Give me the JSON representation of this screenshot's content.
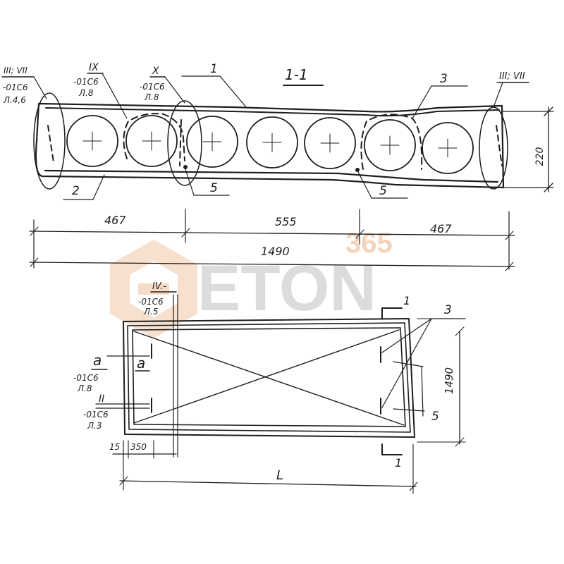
{
  "section": {
    "title": "1-1",
    "callouts": {
      "left_end": {
        "ref": "III; VII",
        "code": "-01C6",
        "sheet": "Л.4,6"
      },
      "ix": {
        "ref": "IX",
        "code": "-01C6",
        "sheet": "Л.8"
      },
      "x": {
        "ref": "X",
        "code": "-01C6",
        "sheet": "Л.8"
      },
      "right_end": {
        "ref": "III; VII"
      }
    },
    "positions": {
      "p1": "1",
      "p2": "2",
      "p3": "3",
      "p5a": "5",
      "p5b": "5"
    },
    "height_dim": "220",
    "dims": {
      "left": "467",
      "middle": "555",
      "right": "467",
      "total": "1490"
    }
  },
  "plan": {
    "callouts": {
      "iv": {
        "ref": "IV.-",
        "code": "-01C6",
        "sheet": "Л.5"
      },
      "a": {
        "ref": "a",
        "code": "-01C6",
        "sheet": "Л.8",
        "mark": "a"
      },
      "ii": {
        "ref": "II",
        "code": "-01C6",
        "sheet": "Л.3"
      }
    },
    "cut_mark_top": "1",
    "cut_mark_bottom": "1",
    "pos3": "3",
    "pos5": "5",
    "width_dim": "1490",
    "dim_edge": "15",
    "dim_loop": "350",
    "length": "L"
  },
  "watermark": {
    "top": "365",
    "main": "ETON"
  },
  "colors": {
    "ink": "#1e1e1e",
    "watermark": "#f4d3b8",
    "watermark_text": "#dcdcdc"
  }
}
